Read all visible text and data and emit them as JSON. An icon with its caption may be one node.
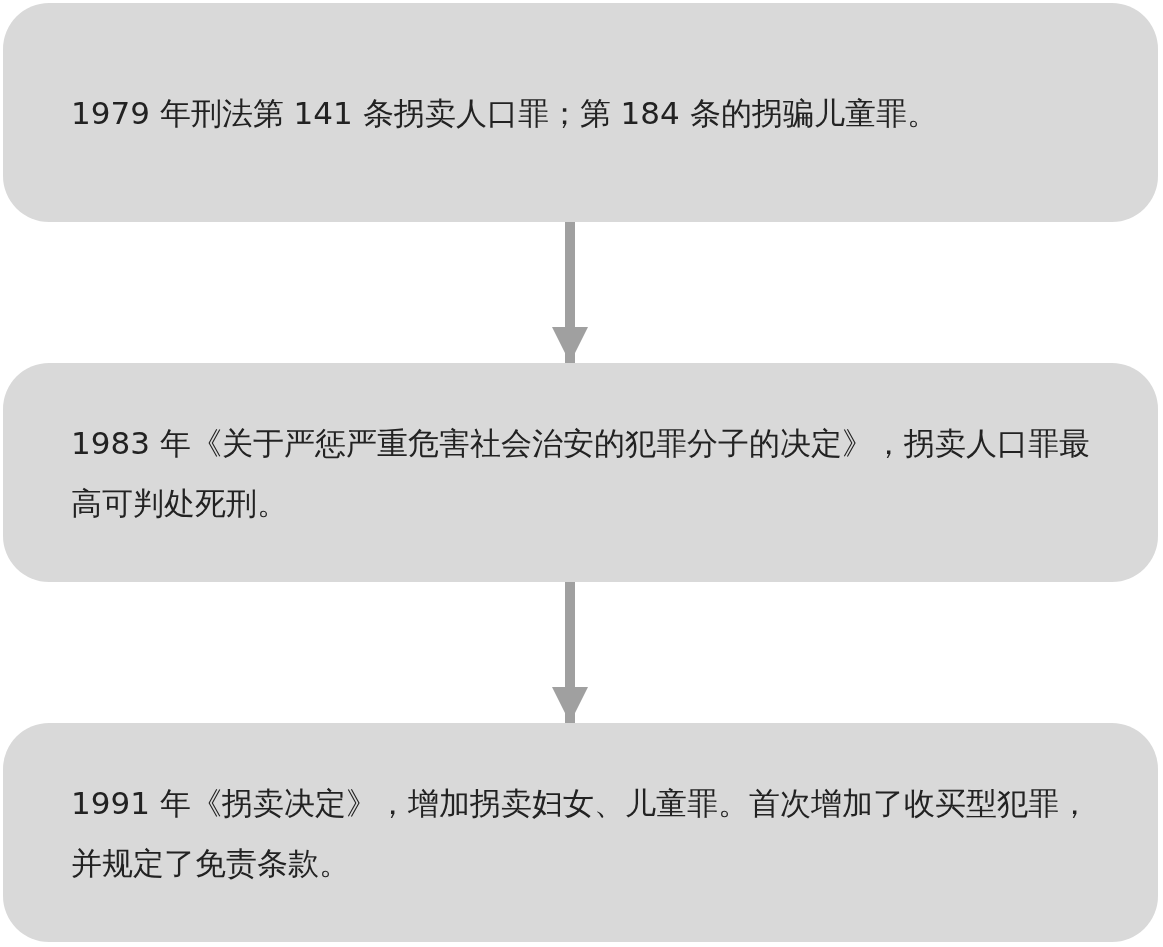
{
  "diagram": {
    "nodes": [
      {
        "text": [
          "1979 年刑法第 141 条拐卖人口罪；第 184 条的拐骗儿童罪。"
        ]
      },
      {
        "text": [
          "1983 年《关于严惩严重危害社会治安的犯罪分子的决定》，拐卖人口罪最高可判处死刑。"
        ]
      },
      {
        "text": [
          "1991 年《拐卖决定》，增加拐卖妇女、儿童罪。首次增加了收买型犯罪，并规定了免责条款。"
        ]
      }
    ],
    "edges": [
      {
        "from": 0,
        "to": 1,
        "arrow": "to"
      },
      {
        "from": 1,
        "to": 2,
        "arrow": "to"
      }
    ]
  }
}
